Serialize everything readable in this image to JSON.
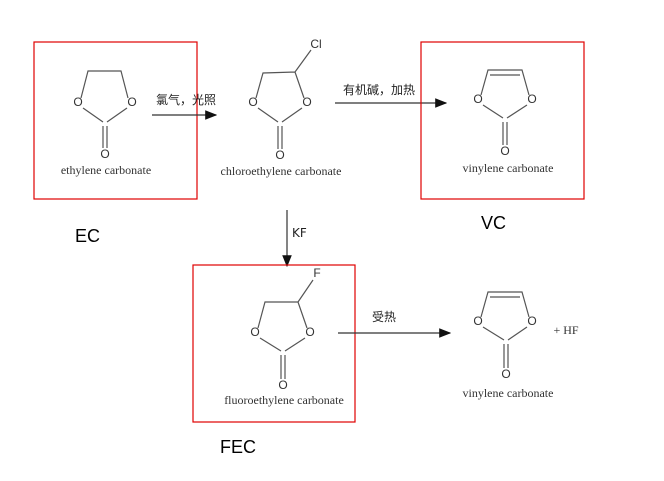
{
  "compounds": {
    "ec": {
      "name": "ethylene carbonate",
      "abbr": "EC"
    },
    "cec": {
      "name": "chloroethylene carbonate",
      "substituent": "Cl"
    },
    "vc": {
      "name": "vinylene carbonate",
      "abbr": "VC"
    },
    "fec": {
      "name": "fluoroethylene carbonate",
      "abbr": "FEC",
      "substituent": "F"
    },
    "vc2": {
      "name": "vinylene carbonate",
      "byproduct": "+ HF"
    }
  },
  "atoms": {
    "oxygen": "O"
  },
  "reactions": {
    "chlorination": "氯气，光照",
    "elimination": "有机碱，加热",
    "fluorination": "KF",
    "heating": "受热"
  },
  "colors": {
    "highlight_box": "#e00000"
  }
}
